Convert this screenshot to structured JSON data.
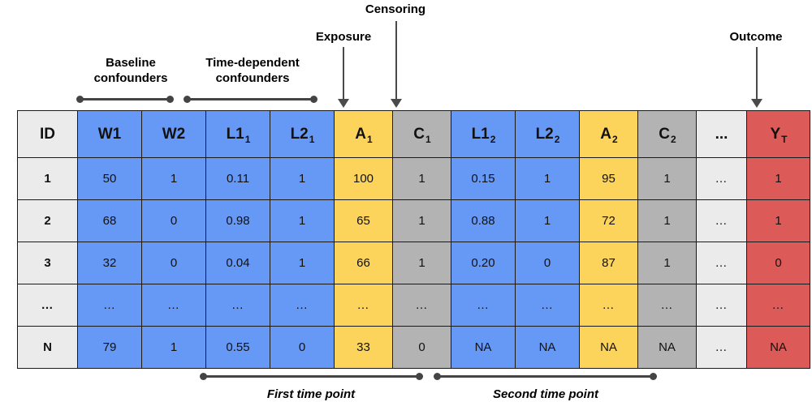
{
  "figure": {
    "title_annotations": {
      "baseline_confounders": "Baseline\nconfounders",
      "time_dependent_confounders": "Time-dependent\nconfounders",
      "exposure": "Exposure",
      "censoring": "Censoring",
      "outcome": "Outcome"
    },
    "bottom_annotations": {
      "first_time_point": "First time point",
      "second_time_point": "Second time point"
    },
    "colors": {
      "id_column": "#ebebeb",
      "confounder_blue": "#6699f5",
      "exposure_yellow": "#fcd45c",
      "censoring_gray": "#b3b3b3",
      "ellipsis_gray": "#ebebeb",
      "outcome_red": "#dc5a58",
      "border": "#1a1a1a",
      "annotation_gray": "#444444"
    }
  },
  "table": {
    "columns": [
      {
        "base": "ID",
        "sub": "",
        "color_class": "c-idcol"
      },
      {
        "base": "W1",
        "sub": "",
        "color_class": "c-blue"
      },
      {
        "base": "W2",
        "sub": "",
        "color_class": "c-blue"
      },
      {
        "base": "L1",
        "sub": "1",
        "color_class": "c-blue"
      },
      {
        "base": "L2",
        "sub": "1",
        "color_class": "c-blue"
      },
      {
        "base": "A",
        "sub": "1",
        "color_class": "c-yellow"
      },
      {
        "base": "C",
        "sub": "1",
        "color_class": "c-gray"
      },
      {
        "base": "L1",
        "sub": "2",
        "color_class": "c-blue"
      },
      {
        "base": "L2",
        "sub": "2",
        "color_class": "c-blue"
      },
      {
        "base": "A",
        "sub": "2",
        "color_class": "c-yellow"
      },
      {
        "base": "C",
        "sub": "2",
        "color_class": "c-gray"
      },
      {
        "base": "...",
        "sub": "",
        "color_class": "c-ellip"
      },
      {
        "base": "Y",
        "sub": "T",
        "color_class": "c-red"
      }
    ],
    "rows": [
      [
        "1",
        "50",
        "1",
        "0.11",
        "1",
        "100",
        "1",
        "0.15",
        "1",
        "95",
        "1",
        "…",
        "1"
      ],
      [
        "2",
        "68",
        "0",
        "0.98",
        "1",
        "65",
        "1",
        "0.88",
        "1",
        "72",
        "1",
        "…",
        "1"
      ],
      [
        "3",
        "32",
        "0",
        "0.04",
        "1",
        "66",
        "1",
        "0.20",
        "0",
        "87",
        "1",
        "…",
        "0"
      ],
      [
        "…",
        "…",
        "…",
        "…",
        "…",
        "…",
        "…",
        "…",
        "…",
        "…",
        "…",
        "…",
        "…"
      ],
      [
        "N",
        "79",
        "1",
        "0.55",
        "0",
        "33",
        "0",
        "NA",
        "NA",
        "NA",
        "NA",
        "…",
        "NA"
      ]
    ]
  }
}
